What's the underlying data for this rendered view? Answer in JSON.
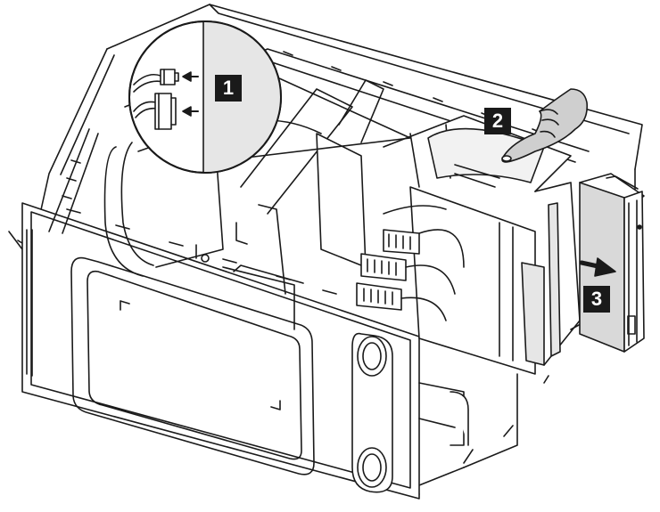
{
  "steps": [
    {
      "label": "1"
    },
    {
      "label": "2"
    },
    {
      "label": "3"
    }
  ],
  "colors": {
    "line": "#1a1a1a",
    "shade_light": "#e6e6e6",
    "shade_mid": "#cfcfcf",
    "shade_drive": "#d9d9d9",
    "badge_bg": "#1a1a1a",
    "badge_text": "#ffffff"
  },
  "icons": [
    "hand-pointer-icon",
    "arrow-right-icon",
    "arrow-left-icon",
    "magnifier-callout-icon"
  ]
}
